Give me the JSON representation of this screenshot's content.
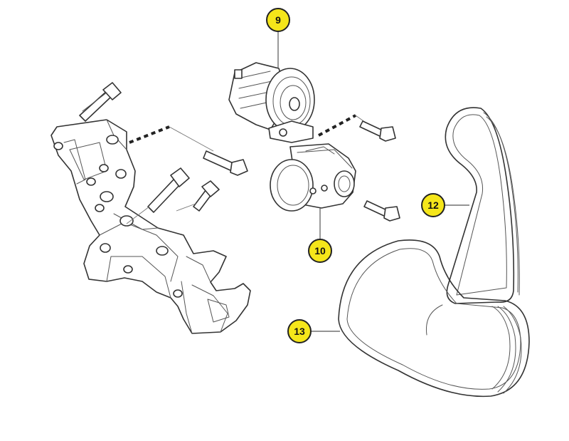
{
  "colors": {
    "callout_fill": "#f5e61a",
    "callout_stroke": "#222222",
    "line": "#333333",
    "background": "#ffffff"
  },
  "callouts": [
    {
      "id": "c9",
      "label": "9"
    },
    {
      "id": "c10",
      "label": "10"
    },
    {
      "id": "c12",
      "label": "12"
    },
    {
      "id": "c13",
      "label": "13"
    }
  ]
}
